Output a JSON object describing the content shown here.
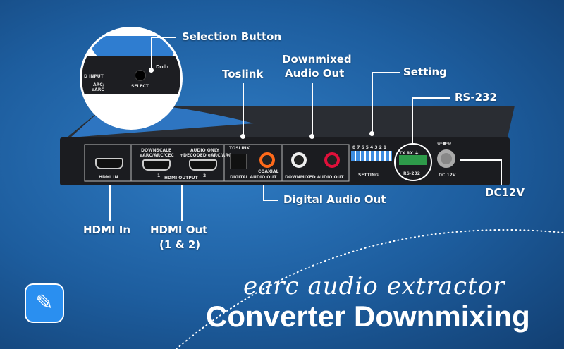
{
  "callouts": {
    "selection_button": "Selection Button",
    "toslink": "Toslink",
    "downmixed_line1": "Downmixed",
    "downmixed_line2": "Audio Out",
    "setting": "Setting",
    "rs232": "RS-232",
    "digital_audio_out": "Digital Audio Out",
    "dc12v": "DC12V",
    "hdmi_in": "HDMI In",
    "hdmi_out_line1": "HDMI Out",
    "hdmi_out_line2": "(1 & 2)"
  },
  "device": {
    "hdmi_in": "HDMI IN",
    "downscale": "DOWNSCALE",
    "downscale_sub": "eARC/ARC/CEC",
    "audio_only": "AUDIO ONLY",
    "audio_only_sub": "+DECODED eARC/ARC",
    "hdmi_output": "HDMI OUTPUT",
    "out1": "1",
    "out2": "2",
    "toslink": "TOSLINK",
    "coaxial": "COAXIAL",
    "digital_audio_out": "DIGITAL AUDIO OUT",
    "downmixed_audio_out": "DOWNMIXED AUDIO OUT",
    "dip_numbers": "8 7 6 5 4 3 2 1",
    "setting": "SETTING",
    "rs232_pins": "TX  RX  ⏚",
    "rs232": "RS-232",
    "dc_polarity": "⊕-●-⊖",
    "dc12v": "DC 12V"
  },
  "inset": {
    "input": "D INPUT",
    "select": "SELECT",
    "arc": "ARC/",
    "earc": "eARC",
    "dolby": "Dolb"
  },
  "tagline": {
    "script": "earc audio extractor",
    "title": "Converter Downmixing"
  },
  "logo_icon": "edit-music-icon"
}
